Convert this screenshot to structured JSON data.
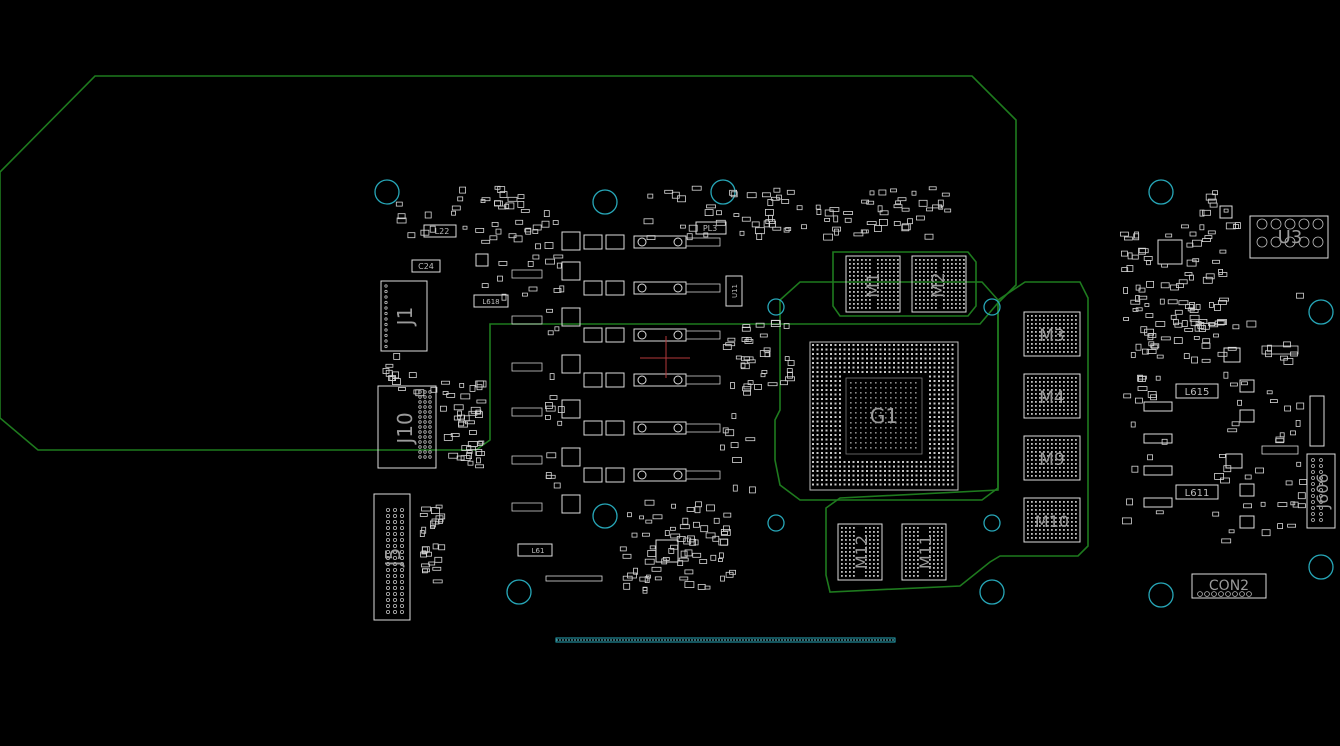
{
  "board": {
    "colors": {
      "background": "#000000",
      "outline": "#1e7a1e",
      "silk": "#d8d8d8",
      "bga": "#c8c8c8",
      "hole": "#27a7b8",
      "trace": "#b3373a"
    }
  },
  "labels": {
    "j1": "J1",
    "j10": "J10",
    "j5": "J5",
    "g1": "G1",
    "m1": "M1",
    "m2": "M2",
    "m3": "M3",
    "m4": "M4",
    "m9": "M9",
    "m10": "M10",
    "m11": "M11",
    "m12": "M12",
    "u3": "U3",
    "j606": "J606",
    "con2": "CON2",
    "l615": "L615",
    "l611": "L611",
    "l22": "L22",
    "c24": "C24",
    "l618": "L618",
    "l61": "L61",
    "pl3": "PL3",
    "u11": "U11"
  }
}
